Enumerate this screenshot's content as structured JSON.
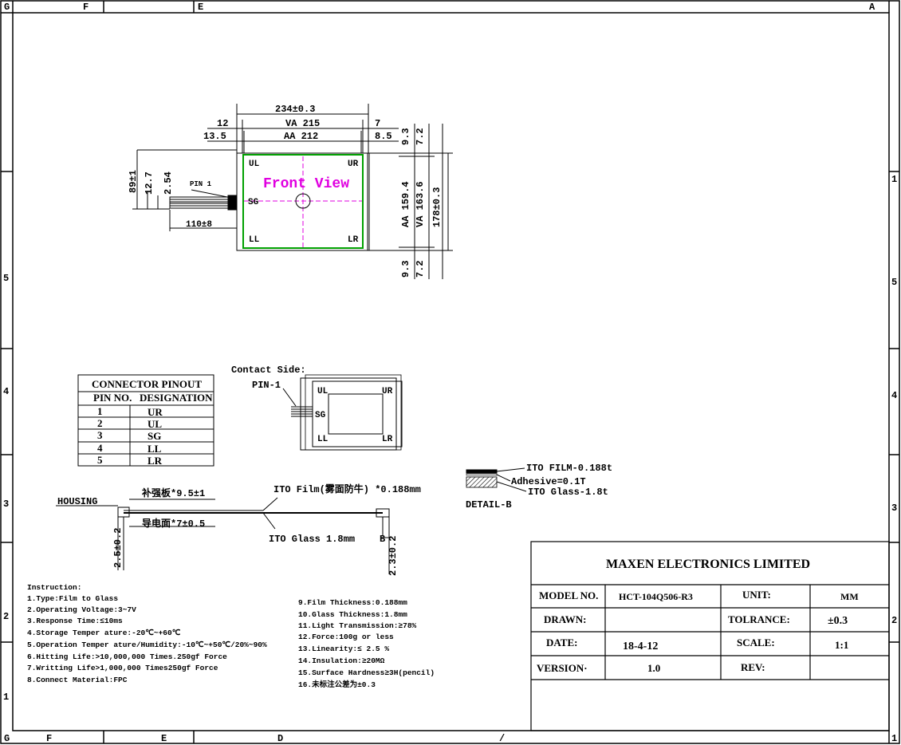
{
  "frame": {
    "top_letters": [
      "G",
      "F",
      "E",
      "A"
    ],
    "bottom_letters": [
      "G",
      "F",
      "E",
      "D",
      "/",
      "1"
    ],
    "left_numbers": [
      "5",
      "4",
      "3",
      "2",
      "1"
    ],
    "right_numbers": [
      "1",
      "5",
      "4",
      "3",
      "2"
    ]
  },
  "front_view": {
    "title": "Front View",
    "dim_total_width": "234±0.3",
    "dim_va_width": "VA 215",
    "dim_aa_width": "AA 212",
    "dim_left_12": "12",
    "dim_left_13_5": "13.5",
    "dim_right_7": "7",
    "dim_right_8_5": "8.5",
    "dim_top_9_3": "9.3",
    "dim_top_7_2": "7.2",
    "dim_bottom_9_3": "9.3",
    "dim_bottom_7_2": "7.2",
    "dim_aa_height": "AA 159.4",
    "dim_va_height": "VA 163.6",
    "dim_total_height": "178±0.3",
    "dim_tail_width": "89±1",
    "dim_tail_12_7": "12.7",
    "dim_pitch": "2.54",
    "dim_tail_length": "110±8",
    "pin1_label": "PIN 1",
    "corner_ul": "UL",
    "corner_ur": "UR",
    "corner_ll": "LL",
    "corner_lr": "LR",
    "corner_sg": "SG",
    "green": "#00a000",
    "magenta": "#e000e0"
  },
  "pinout": {
    "title": "CONNECTOR PINOUT",
    "col_pin": "PIN NO.",
    "col_designation": "DESIGNATION",
    "rows": [
      {
        "pin": "1",
        "designation": "UR"
      },
      {
        "pin": "2",
        "designation": "UL"
      },
      {
        "pin": "3",
        "designation": "SG"
      },
      {
        "pin": "4",
        "designation": "LL"
      },
      {
        "pin": "5",
        "designation": "LR"
      }
    ]
  },
  "contact_side": {
    "title": "Contact  Side:",
    "pin1": "PIN-1",
    "ul": "UL",
    "ur": "UR",
    "sg": "SG",
    "ll": "LL",
    "lr": "LR"
  },
  "side_view": {
    "housing": "HOUSING",
    "stiffener": "补强板*9.5±1",
    "conductive": "导电面*7±0.5",
    "ito_film": "ITO Film(雾面防牛) *0.188mm",
    "ito_glass": "ITO Glass 1.8mm",
    "b_label": "B",
    "dim_left": "2.5±0.2",
    "dim_right": "2.3±0.2"
  },
  "detail_b": {
    "ito_film": "ITO FILM-0.188t",
    "adhesive": "Adhesive=0.1T",
    "ito_glass": "ITO Glass-1.8t",
    "label": "DETAIL-B"
  },
  "instructions": {
    "title": "Instruction:",
    "left": [
      "1.Type:Film to Glass",
      "2.Operating Voltage:3~7V",
      "3.Response Time:≤10ms",
      "4.Storage Temper ature:-20℃~+60℃",
      "5.Operation Temper ature/Humidity:-10℃~+50℃/20%~90%",
      "6.Hitting Life:>10,000,000 Times.250gf Force",
      "7.Writting Life>1,000,000  Times250gf Force",
      "8.Connect Material:FPC"
    ],
    "right": [
      "9.Film Thickness:0.188mm",
      "10.Glass Thickness:1.8mm",
      "11.Light Transmission:≥78%",
      "12.Force:100g or less",
      "13.Linearity:≤ 2.5 %",
      "14.Insulation:≥20MΩ",
      "15.Surface Hardness≥3H(pencil)",
      "16.未标注公差为±0.3"
    ]
  },
  "title_block": {
    "company": "MAXEN ELECTRONICS LIMITED",
    "model_label": "MODEL NO.",
    "model_value": "HCT-104Q506-R3",
    "unit_label": "UNIT:",
    "unit_value": "MM",
    "drawn_label": "DRAWN:",
    "drawn_value": "",
    "tolerance_label": "TOLRANCE:",
    "tolerance_value": "±0.3",
    "date_label": "DATE:",
    "date_value": "18-4-12",
    "scale_label": "SCALE:",
    "scale_value": "1:1",
    "version_label": "VERSION·",
    "version_value": "1.0",
    "rev_label": "REV:",
    "rev_value": ""
  }
}
